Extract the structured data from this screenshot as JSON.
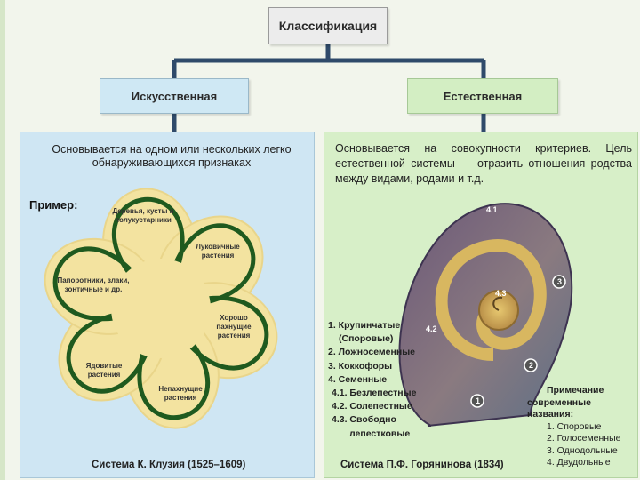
{
  "root": {
    "label": "Классификация"
  },
  "artificial": {
    "label": "Искусственная",
    "description": "Основывается на одном или нескольких легко обнаруживающихся признаках",
    "example_label": "Пример:",
    "petals": [
      "Деревья, кусты и полукустарники",
      "Луковичные растения",
      "Хорошо пахнущие растения",
      "Непахнущие растения",
      "Ядовитые растения",
      "Папоротники, злаки, зонтичные и др."
    ],
    "caption": "Система К. Клузия (1525–1609)"
  },
  "natural": {
    "label": "Естественная",
    "description": "Основывается на совокупности критериев. Цель естественной системы — отразить отношения родства между видами, родами и т.д.",
    "shell_numbers": [
      "4.1",
      "4.2",
      "4.3",
      "1",
      "2",
      "3"
    ],
    "list": [
      "1. Крупинчатые",
      "(Споровые)",
      "2. Ложносеменные",
      "3. Коккофоры",
      "4. Семенные",
      "4.1. Безлепестные",
      "4.2. Солепестные",
      "4.3. Свободно",
      "лепестковые"
    ],
    "note": {
      "title": "Примечание",
      "subtitle": "современные названия:",
      "items": [
        "1. Споровые",
        "2. Голосеменные",
        "3. Однодольные",
        "4. Двудольные"
      ]
    },
    "caption": "Система П.Ф. Горянинова (1834)"
  },
  "colors": {
    "root_bg": "#ececec",
    "artificial_bg": "#cfe6f3",
    "natural_bg": "#d7efc8",
    "connector": "#2f4a6a",
    "flower_fill": "#f3e3a0",
    "flower_stroke": "#1f5a1f",
    "shell_fill": "#6f5a78"
  }
}
